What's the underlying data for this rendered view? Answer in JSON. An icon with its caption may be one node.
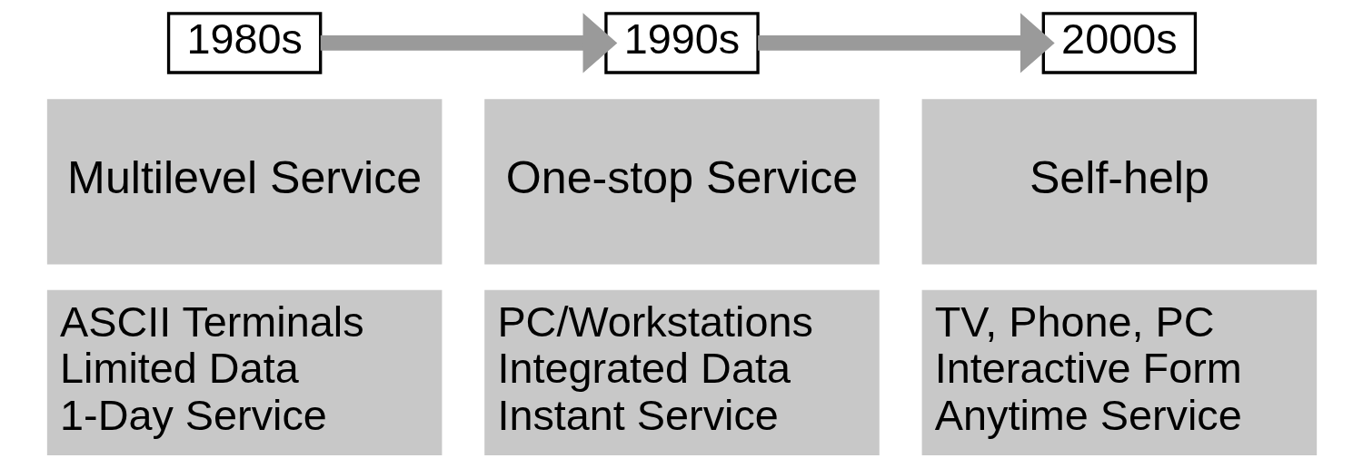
{
  "diagram": {
    "nodes": [
      {
        "text": [
          "1980s"
        ]
      },
      {
        "text": [
          "1990s"
        ]
      },
      {
        "text": [
          "2000s"
        ]
      },
      {
        "text": [
          "Multilevel Service"
        ]
      },
      {
        "text": [
          "One-stop Service"
        ]
      },
      {
        "text": [
          "Self-help"
        ]
      },
      {
        "text": [
          "ASCII Terminals",
          "Limited Data",
          "1-Day Service"
        ]
      },
      {
        "text": [
          "PC/Workstations",
          "Integrated Data",
          "Instant Service"
        ]
      },
      {
        "text": [
          "TV, Phone, PC",
          "Interactive Form",
          "Anytime Service"
        ]
      }
    ],
    "edges": [
      {
        "from": 0,
        "to": 1,
        "arrow": "to"
      },
      {
        "from": 1,
        "to": 2,
        "arrow": "to"
      }
    ]
  }
}
